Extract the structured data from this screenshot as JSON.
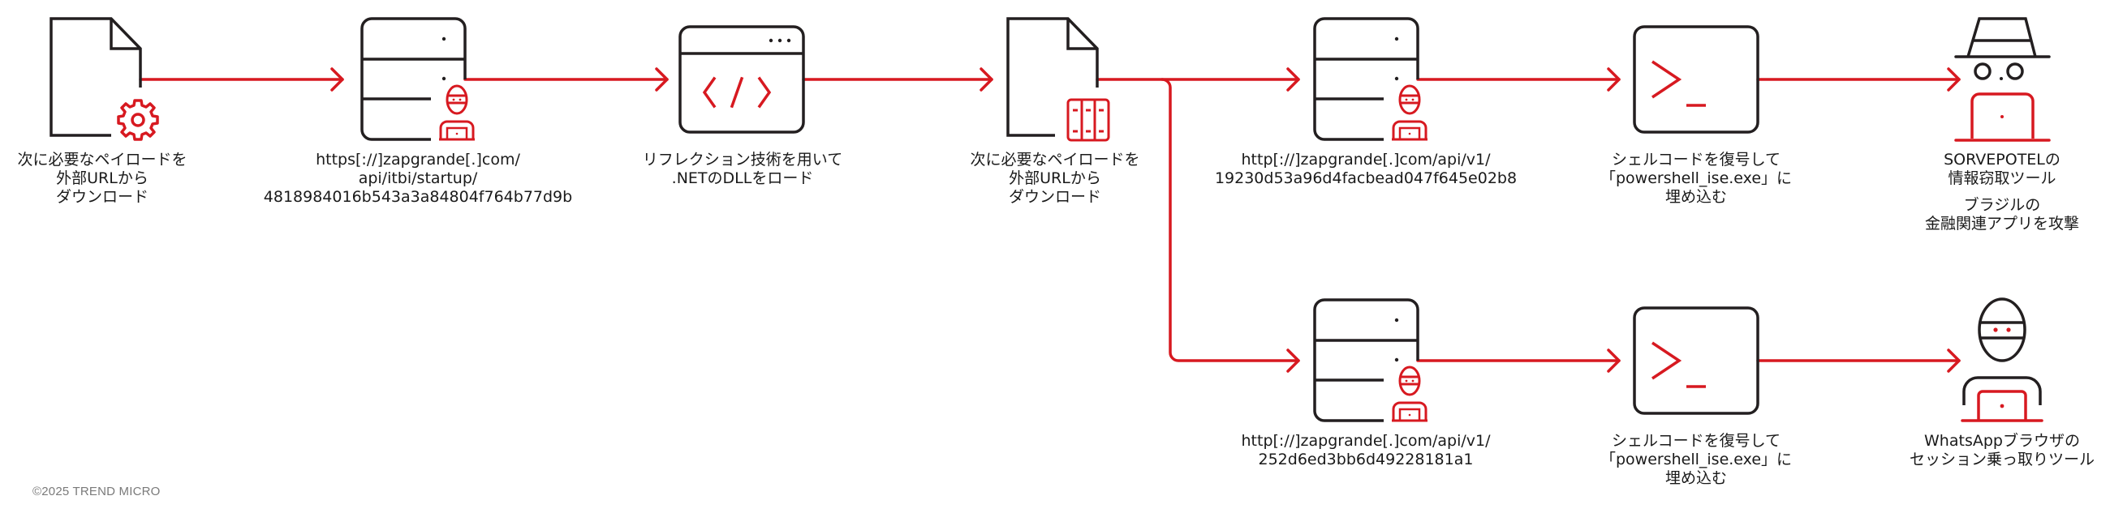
{
  "colors": {
    "accent": "#d71920",
    "stroke": "#231f20",
    "text": "#1a1a1a",
    "footer": "#7a7a7a"
  },
  "nodes": [
    {
      "id": "payload-download-1",
      "icon": "document-gear-icon",
      "label": [
        "次に必要なペイロードを",
        "外部URLから",
        "ダウンロード"
      ]
    },
    {
      "id": "c2-server-startup",
      "icon": "server-hacker-icon",
      "label": [
        "https[://]zapgrande[.]com/",
        "api/itbi/startup/",
        "4818984016b543a3a84804f764b77d9b"
      ]
    },
    {
      "id": "reflection-load",
      "icon": "code-window-icon",
      "label": [
        "リフレクション技術を用いて",
        ".NETのDLLをロード"
      ]
    },
    {
      "id": "payload-download-2",
      "icon": "document-binary-icon",
      "label": [
        "次に必要なペイロードを",
        "外部URLから",
        "ダウンロード"
      ]
    },
    {
      "id": "c2-server-v1-a",
      "icon": "server-hacker-icon",
      "label": [
        "http[://]zapgrande[.]com/api/v1/",
        "19230d53a96d4facbead047f645e02b8"
      ]
    },
    {
      "id": "shellcode-inject-a",
      "icon": "terminal-icon",
      "label": [
        "シェルコードを復号して",
        "「powershell_ise.exe」に",
        "埋め込む"
      ]
    },
    {
      "id": "sorvepotel-stealer",
      "icon": "spy-hat-laptop-icon",
      "label": [
        "SORVEPOTELの",
        "情報窃取ツール"
      ],
      "sublabel": [
        "ブラジルの",
        "金融関連アプリを攻撃"
      ]
    },
    {
      "id": "c2-server-v1-b",
      "icon": "server-hacker-icon",
      "label": [
        "http[://]zapgrande[.]com/api/v1/",
        "252d6ed3bb6d49228181a1"
      ]
    },
    {
      "id": "shellcode-inject-b",
      "icon": "terminal-icon",
      "label": [
        "シェルコードを復号して",
        "「powershell_ise.exe」に",
        "埋め込む"
      ]
    },
    {
      "id": "whatsapp-hijacker",
      "icon": "ninja-laptop-icon",
      "label": [
        "WhatsAppブラウザの",
        "セッション乗っ取りツール"
      ]
    }
  ],
  "edges": [
    {
      "from": "payload-download-1",
      "to": "c2-server-startup"
    },
    {
      "from": "c2-server-startup",
      "to": "reflection-load"
    },
    {
      "from": "reflection-load",
      "to": "payload-download-2"
    },
    {
      "from": "payload-download-2",
      "to": "c2-server-v1-a"
    },
    {
      "from": "payload-download-2",
      "to": "c2-server-v1-b"
    },
    {
      "from": "c2-server-v1-a",
      "to": "shellcode-inject-a"
    },
    {
      "from": "shellcode-inject-a",
      "to": "sorvepotel-stealer"
    },
    {
      "from": "c2-server-v1-b",
      "to": "shellcode-inject-b"
    },
    {
      "from": "shellcode-inject-b",
      "to": "whatsapp-hijacker"
    }
  ],
  "footer": {
    "copyright": "©2025 TREND MICRO"
  }
}
